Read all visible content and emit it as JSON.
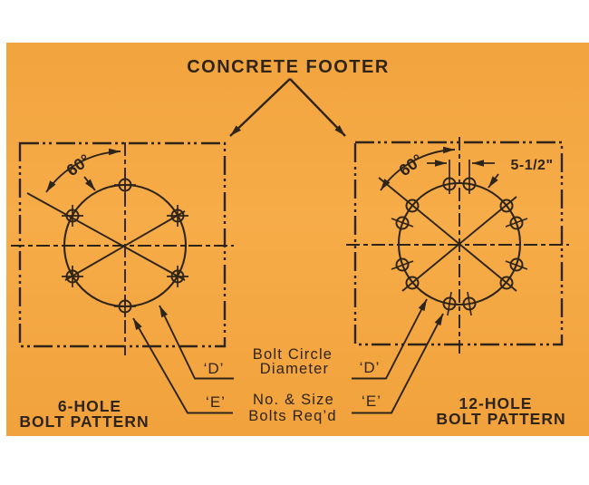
{
  "colors": {
    "paper_background": "#F4A742",
    "page_margin": "#FFFFFF",
    "ink": "#2F2418"
  },
  "title": "CONCRETE FOOTER",
  "left_diagram": {
    "name": "6-hole bolt pattern footer",
    "hole_count": 6,
    "angle_label": "60°",
    "caption_line1": "6-HOLE",
    "caption_line2": "BOLT PATTERN"
  },
  "right_diagram": {
    "name": "12-hole bolt pattern footer",
    "hole_count": 12,
    "angle_label": "60°",
    "spacing_label": "5-1/2\"",
    "caption_line1": "12-HOLE",
    "caption_line2": "BOLT PATTERN"
  },
  "annotations": {
    "d_left": "‘D’",
    "d_right": "‘D’",
    "e_left": "‘E’",
    "e_right": "‘E’",
    "bolt_circle_line1": "Bolt Circle",
    "bolt_circle_line2": "Diameter",
    "bolts_req_line1": "No. & Size",
    "bolts_req_line2": "Bolts Req’d"
  }
}
